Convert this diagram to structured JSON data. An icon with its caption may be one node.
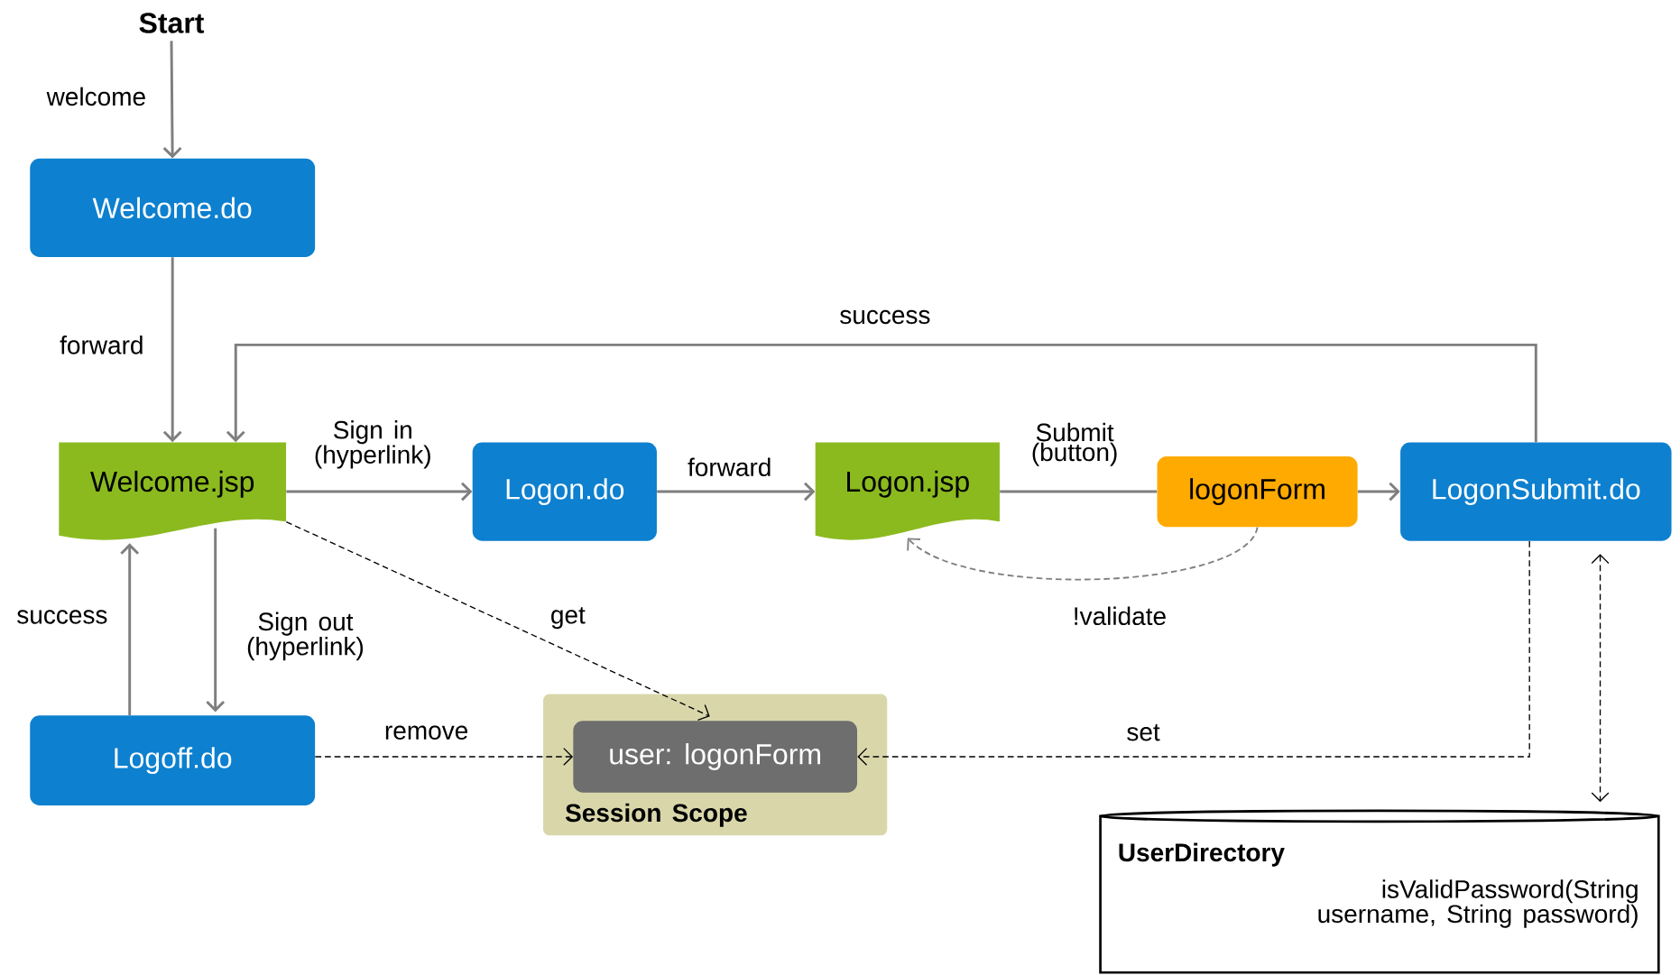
{
  "diagram": {
    "nodes": [
      {
        "text": [
          "Start"
        ]
      },
      {
        "text": [
          "Welcome.do"
        ]
      },
      {
        "text": [
          "Welcome.jsp"
        ]
      },
      {
        "text": [
          "Logon.do"
        ]
      },
      {
        "text": [
          "Logon.jsp"
        ]
      },
      {
        "text": [
          "logonForm"
        ]
      },
      {
        "text": [
          "LogonSubmit.do"
        ]
      },
      {
        "text": [
          "Logoff.do"
        ]
      },
      {
        "text": [
          "Session Scope"
        ]
      },
      {
        "text": [
          "user: logonForm"
        ],
        "in": 8
      },
      {
        "text": [
          "UserDirectory",
          "isValidPassword(String username, String password)"
        ]
      }
    ],
    "edges": [
      {
        "from": 0,
        "to": 1,
        "arrow": "to",
        "label": "welcome"
      },
      {
        "from": 1,
        "to": 2,
        "arrow": "to",
        "label": "forward"
      },
      {
        "from": 2,
        "to": 3,
        "arrow": "to",
        "label": "Sign in (hyperlink)"
      },
      {
        "from": 3,
        "to": 4,
        "arrow": "to",
        "label": "forward"
      },
      {
        "from": 4,
        "to": 5,
        "arrow": "none",
        "label": "Submit (button)"
      },
      {
        "from": 5,
        "to": 6,
        "arrow": "to"
      },
      {
        "from": 6,
        "to": 2,
        "arrow": "to",
        "label": "success"
      },
      {
        "from": 5,
        "to": 4,
        "arrow": "to",
        "label": "!validate",
        "style": "dashed"
      },
      {
        "from": 2,
        "to": 9,
        "arrow": "to",
        "label": "get",
        "style": "dashed",
        "color": "#000000"
      },
      {
        "from": 2,
        "to": 7,
        "arrow": "to",
        "label": "Sign out (hyperlink)"
      },
      {
        "from": 7,
        "to": 2,
        "arrow": "to",
        "label": "success"
      },
      {
        "from": 7,
        "to": 9,
        "arrow": "to",
        "label": "remove",
        "style": "dashed",
        "color": "#000000"
      },
      {
        "from": 6,
        "to": 9,
        "arrow": "to",
        "label": "set",
        "style": "dashed",
        "color": "#000000"
      },
      {
        "from": 6,
        "to": 10,
        "arrow": "both",
        "style": "dashed",
        "color": "#000000"
      }
    ]
  }
}
